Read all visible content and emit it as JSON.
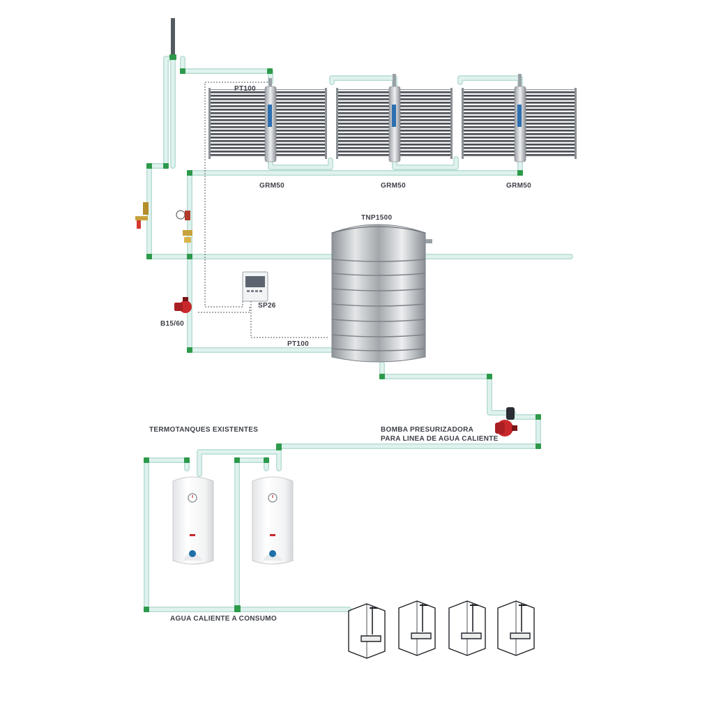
{
  "labels": {
    "pt100_top": "PT100",
    "collector_1": "GRM50",
    "collector_2": "GRM50",
    "collector_3": "GRM50",
    "tank": "TNP1500",
    "controller": "SP26",
    "circulation_pump": "B15/60",
    "pt100_bottom": "PT100",
    "existing_heaters": "TERMOTANQUES EXISTENTES",
    "pressure_pump_line1": "BOMBA PRESURIZADORA",
    "pressure_pump_line2": "PARA LINEA DE AGUA CALIENTE",
    "hot_water_consumption": "AGUA CALIENTE A CONSUMO"
  },
  "colors": {
    "pipe": "#dff2ee",
    "pipe_edge": "#b9dcd4",
    "fitting": "#2d9a4b",
    "steel": "#b9bcc0",
    "pump_red": "#c8282c",
    "label": "#3c3f47"
  },
  "icons": {
    "collector": "solar-collector-icon",
    "tank": "steel-tank-icon",
    "controller": "controller-icon",
    "pump": "pump-icon",
    "heater": "water-heater-icon",
    "shower": "shower-cabin-icon"
  }
}
